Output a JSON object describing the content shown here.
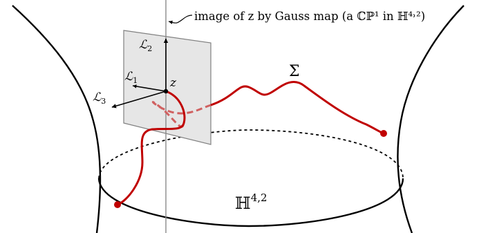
{
  "labels": {
    "caption": "image of z by Gauss map (a ℂℙ¹ in ℍ⁴˒²)",
    "z": "z",
    "l1": "ℒ",
    "l1_sub": "1",
    "l2": "ℒ",
    "l2_sub": "2",
    "l3": "ℒ",
    "l3_sub": "3",
    "sigma": "Σ",
    "space": "ℍ",
    "space_sup": "4,2"
  },
  "colors": {
    "curve": "#c00000",
    "curve_hidden": "#d06060",
    "plane_fill": "#e6e6e6",
    "plane_stroke": "#808080",
    "outline": "#000000"
  }
}
